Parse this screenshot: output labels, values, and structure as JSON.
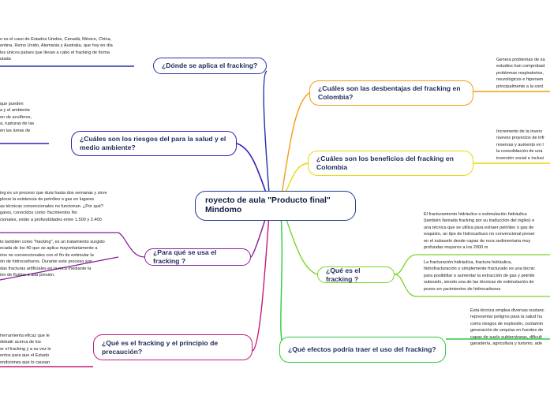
{
  "map": {
    "central": "royecto de aula \"Producto final\" Mindomo",
    "topics": {
      "donde": "¿Dónde se aplica el fracking?",
      "riesgos": "¿Cuáles son los riesgos del  para la salud y el medio ambiente?",
      "paraque": "¿Para qué se usa el fracking ?",
      "principio": "¿Qué es el fracking y el principio de precaución?",
      "desventajas": "¿Cuáles son las desbentajas  del fracking en Colombia?",
      "beneficios": "¿Cuáles son los beneficios del fracking en Colombia",
      "quees": "¿Qué es el fracking ?",
      "efectos": "¿Qué efectos podría traer el uso del fracking?"
    },
    "notes": {
      "donde": [
        "o es el caso de Estados Unidos, Canadá, México, China,",
        "entina, Reino Unido, Alemania y Australia, que hoy en día",
        " los únicos países que llevan a cabo el fracking de forma",
        "ulada"
      ],
      "riesgos": [
        "que pueden",
        "a y el ambiente",
        "en de acuíferos,",
        "a, rupturas de las",
        " en las áreas de"
      ],
      "quees_left": [
        "ing es un proceso que dura hasta dos semanas y sirve",
        "plorar la existencia de petróleo o gas en lugares",
        "as técnicas convencionales no funcionan. ¿Por qué?",
        "gares, conocidos como Yacimientos No",
        "cionales, están a profundidades entre 1.500 y 2.400"
      ],
      "paraque": [
        "to también como \"fracking\", es un tratamiento surgido",
        "ecada de los 40 que se aplica mayoritariamente a",
        "rios no convencionales con el fin de estimular la",
        "ón de hidrocarburos. Durante este proceso son",
        "das fracturas artificiales en la roca mediante la",
        "ión de fluidos a alta presión."
      ],
      "principio": [
        " herramienta eficaz que le",
        "debatir acerca de los",
        "or el fracking y a su vez le",
        "entos para que el Estado",
        "ondiciones que lo causan"
      ],
      "desventajas": [
        "Genera problemas de sa",
        "estudios han comprobad",
        "problemas respiratorios,",
        "neurológicos e hipersen",
        "principalmente a la cont"
      ],
      "beneficios": [
        "Incremento de la invers",
        "nuevos proyectos de infr",
        "reservas y aumento en l",
        "la consolidación de una",
        "inversión social e inclusi"
      ],
      "quees1": [
        "El fracturamiento hidráulico o estimulación hidráulica",
        "(también llamada fracking por su traducción del inglés) e",
        "una técnica que se utiliza para extraer petróleo o gas de",
        "esquisto, un tipo de hidrocarburo no convencional preser",
        "en el subsuelo desde capas de roca sedimentaria muy",
        "profundas mayores a los 2000 m"
      ],
      "quees2": [
        "La fracturación hidráulica, fractura hidráulica,",
        "hidrofracturación o simplemente fracturado es una técnic",
        "para posibilitar o aumentar la extracción de gas y petróle",
        "subsuelo, siendo una de las técnicas de estimulación de",
        "pozos en yacimientos de hidrocarburos"
      ],
      "efectos": [
        "Esta técnica emplea diversas sustanc",
        "representar peligros para la salud hu",
        "como riesgos de explosión, contamin",
        "generación de sequías en fuentes de",
        "capas de suelo subterráneas, dificult",
        "ganadería, agricultura y turismo, ade"
      ]
    },
    "colors": {
      "donde": "#2233aa",
      "riesgos": "#3a1ab8",
      "paraque": "#8a1a9e",
      "principio": "#c81a7e",
      "desventajas": "#f39c12",
      "beneficios": "#e8d80c",
      "quees": "#7ad323",
      "efectos": "#2ecc40"
    }
  }
}
